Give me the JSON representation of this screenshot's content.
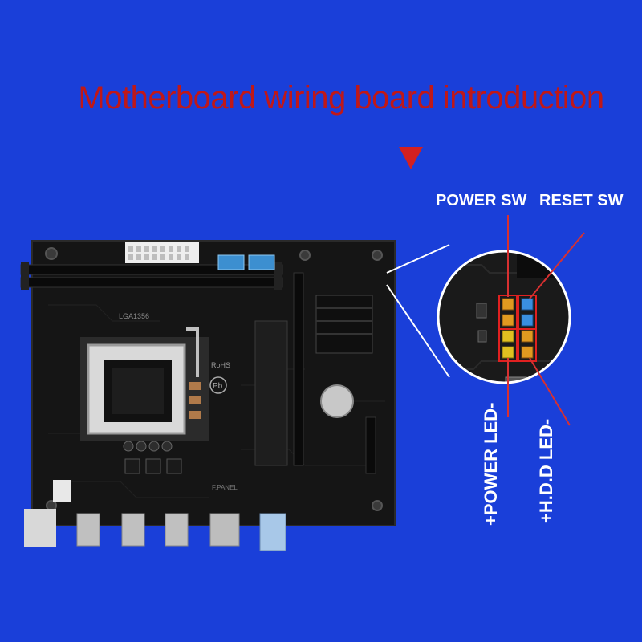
{
  "title": "Motherboard wiring board introduction",
  "labels": {
    "power_sw": "POWER SW",
    "reset_sw": "RESET SW",
    "power_led": "+POWER LED-",
    "hdd_led": "+H.D.D LED-"
  },
  "board_silkscreen": {
    "socket": "LGA1356",
    "rohs": "RoHS",
    "pb": "Pb",
    "frame": "F.PANEL"
  },
  "colors": {
    "background": "#1a3fd9",
    "title": "#c01818",
    "arrow": "#d42020",
    "pointer_lines": "#d83030",
    "labels": "#ffffff"
  }
}
